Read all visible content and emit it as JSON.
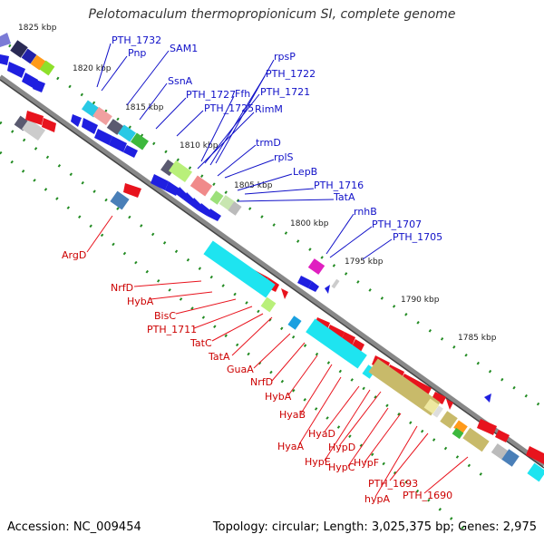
{
  "title": "Pelotomaculum thermopropionicum SI, complete genome",
  "footer": {
    "accession": "Accession: NC_009454",
    "summary": "Topology: circular; Length: 3,025,375 bp; Genes: 2,975"
  },
  "colors": {
    "backbone": "#888888",
    "forward_gene": "#1f1fe0",
    "reverse_gene": "#e8131d",
    "forward_label": "#1010c8",
    "reverse_label": "#cc0000",
    "tick": "#228b22"
  },
  "kbp_labels": [
    "1825 kbp",
    "1820 kbp",
    "1815 kbp",
    "1810 kbp",
    "1805 kbp",
    "1800 kbp",
    "1795 kbp",
    "1790 kbp",
    "1785 kbp"
  ],
  "forward_labels": [
    "PTH_1732",
    "Pnp",
    "SAM1",
    "SsnA",
    "rpsP",
    "PTH_1722",
    "PTH_1727",
    "Ffh",
    "PTH_1721",
    "PTH_1725",
    "RimM",
    "trmD",
    "rplS",
    "LepB",
    "PTH_1716",
    "TatA",
    "rnhB",
    "PTH_1707",
    "PTH_1705"
  ],
  "reverse_labels": [
    "ArgD",
    "NrfD",
    "HybA",
    "BisC",
    "PTH_1711",
    "TatC",
    "TatA",
    "GuaA",
    "NrfD",
    "HybA",
    "HyaB",
    "HyaD",
    "HyaA",
    "HypD",
    "HypE",
    "HypC",
    "HypF",
    "PTH_1693",
    "hypA",
    "PTH_1690"
  ]
}
